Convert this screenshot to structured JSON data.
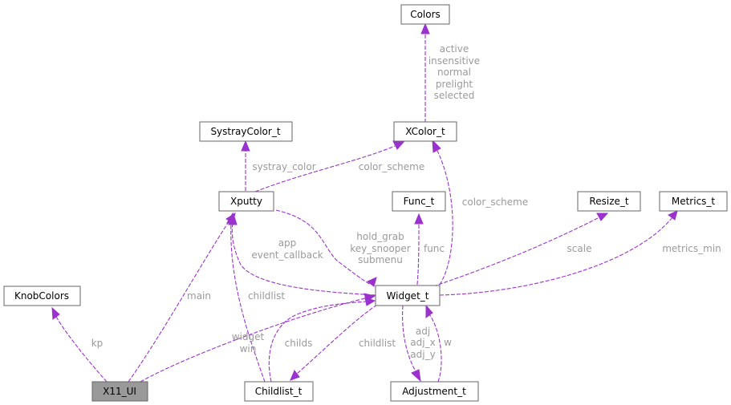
{
  "nodes": {
    "colors": "Colors",
    "xcolor_t": "XColor_t",
    "systraycolor_t": "SystrayColor_t",
    "xputty": "Xputty",
    "func_t": "Func_t",
    "resize_t": "Resize_t",
    "metrics_t": "Metrics_t",
    "knobcolors": "KnobColors",
    "widget_t": "Widget_t",
    "x11_ui": "X11_UI",
    "childlist_t": "Childlist_t",
    "adjustment_t": "Adjustment_t"
  },
  "edge_labels": {
    "colors_fields": [
      "active",
      "insensitive",
      "normal",
      "prelight",
      "selected"
    ],
    "systray_color": "systray_color",
    "color_scheme_xputty": "color_scheme",
    "color_scheme_widget": "color_scheme",
    "app_event_callback": [
      "app",
      "event_callback"
    ],
    "hold_grab_group": [
      "hold_grab",
      "key_snooper",
      "submenu"
    ],
    "func": "func",
    "scale": "scale",
    "metrics_min": "metrics_min",
    "main": "main",
    "childlist_xputty": "childlist",
    "kp": "kp",
    "widget_win": [
      "widget",
      "win"
    ],
    "childs": "childs",
    "childlist_widget": "childlist",
    "adj_group": [
      "adj",
      "adj_x",
      "adj_y"
    ],
    "w": "w"
  },
  "colors": {
    "edge": "#9a32cd",
    "edge_label": "#9a9a9a",
    "node_border": "#666666",
    "highlight_fill": "#999999"
  }
}
